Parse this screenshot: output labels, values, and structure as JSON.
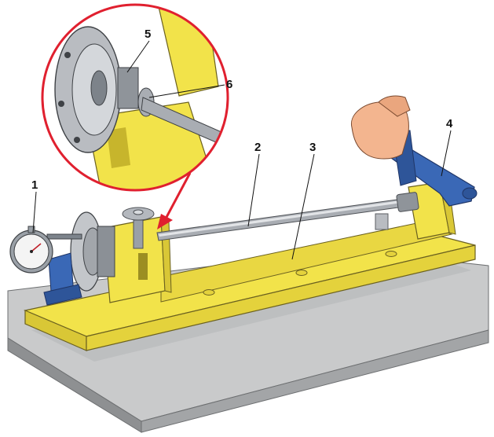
{
  "figure": {
    "callouts": [
      {
        "id": "1",
        "label": "1"
      },
      {
        "id": "2",
        "label": "2"
      },
      {
        "id": "3",
        "label": "3"
      },
      {
        "id": "4",
        "label": "4"
      },
      {
        "id": "5",
        "label": "5"
      },
      {
        "id": "6",
        "label": "6"
      }
    ]
  },
  "colors": {
    "frame_yellow": "#f2e34a",
    "frame_yellow_shade": "#d9c736",
    "tool_blue": "#3a68b6",
    "table_gray": "#c9cacb",
    "table_dark": "#8e9092",
    "steel": "#a9adb3",
    "inset_ring": "#e0202f",
    "skin": "#f3b58f",
    "dial_face": "#f4f4f4"
  }
}
